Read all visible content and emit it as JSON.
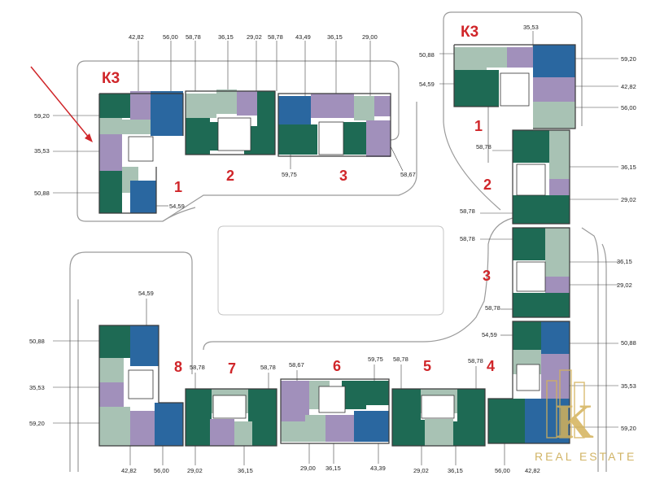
{
  "colors": {
    "dark_green": "#1e6a54",
    "light_green": "#a8c2b4",
    "purple": "#a190bb",
    "blue": "#2a67a0",
    "accent_red": "#d0262a",
    "logo_gold": "#c9a84c"
  },
  "labels": {
    "block_k3_left": "К3",
    "block_k3_right": "К3",
    "sec_left_1": "1",
    "sec_left_2": "2",
    "sec_left_3": "3",
    "sec_r1": "1",
    "sec_r2": "2",
    "sec_r3": "3",
    "sec_r4": "4",
    "sec_b5": "5",
    "sec_b6": "6",
    "sec_b7": "7",
    "sec_b8": "8"
  },
  "areas": {
    "s1_42_82": "42,82",
    "s1_56_00": "56,00",
    "s1_59_20": "59,20",
    "s1_35_53": "35,53",
    "s1_50_88": "50,88",
    "s1_54_59": "54,59",
    "s2_58_78_a": "58,78",
    "s2_36_15": "36,15",
    "s2_29_02": "29,02",
    "s2_58_78_b": "58,78",
    "s3_43_49": "43,49",
    "s3_36_15": "36,15",
    "s3_29_00": "29,00",
    "s3_59_75": "59,75",
    "s3_58_67": "58,67",
    "r1_35_53": "35,53",
    "r1_50_88": "50,88",
    "r1_59_20": "59,20",
    "r1_54_59": "54,59",
    "r1_42_82": "42,82",
    "r1_56_00": "56,00",
    "r2_58_78_a": "58,78",
    "r2_36_15": "36,15",
    "r2_29_02": "29,02",
    "r2_58_78_b": "58,78",
    "r3_58_78_a": "58,78",
    "r3_36_15": "36,15",
    "r3_29_02": "29,02",
    "r3_58_78_b": "58,78",
    "r4_54_59": "54,59",
    "r4_50_88": "50,88",
    "r4_35_53": "35,53",
    "r4_59_20": "59,20",
    "b8_54_59": "54,59",
    "b8_50_88": "50,88",
    "b8_35_53": "35,53",
    "b8_59_20": "59,20",
    "b8_42_82": "42,82",
    "b8_56_00": "56,00",
    "b7_58_78_a": "58,78",
    "b7_58_78_b": "58,78",
    "b7_29_02": "29,02",
    "b7_36_15": "36,15",
    "b6_58_67": "58,67",
    "b6_59_75": "59,75",
    "b6_29_00": "29,00",
    "b6_36_15": "36,15",
    "b6_43_39": "43,39",
    "b5_58_78_a": "58,78",
    "b5_58_78_b": "58,78",
    "b5_29_02": "29,02",
    "b5_36_15": "36,15",
    "b4_56_00": "56,00",
    "b4_42_82": "42,82"
  },
  "logo": {
    "mark": "K",
    "text": "REAL ESTATE"
  }
}
